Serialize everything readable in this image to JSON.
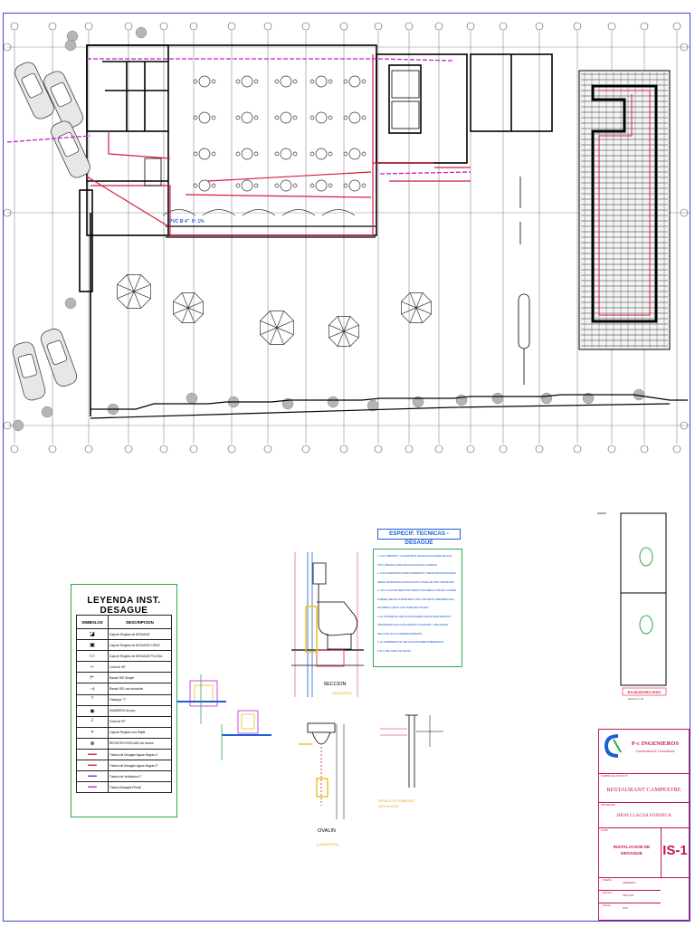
{
  "plan": {
    "pipe_label_1": "PVC Ø 4\"",
    "pipe_label_2": "P: 1%"
  },
  "legend": {
    "title": "LEYENDA INST. DESAGUE",
    "col_symbol": "SIMBOLOS",
    "col_desc": "DESCRIPCION",
    "items": [
      {
        "symbol": "◪",
        "desc": "Caja de Registro de DESAGUE"
      },
      {
        "symbol": "▣",
        "desc": "Caja de Registro de DESAGUE CIEGO"
      },
      {
        "symbol": "▭",
        "desc": "Caja de Registro de DESAGUE PLUVIAL"
      },
      {
        "symbol": "⌐",
        "desc": "Codo de 45°"
      },
      {
        "symbol": "⊢",
        "desc": "Ramal YEE Simple"
      },
      {
        "symbol": "⊣",
        "desc": "Ramal YEE con reducción"
      },
      {
        "symbol": "ᵀ",
        "desc": "Tramique \"T\""
      },
      {
        "symbol": "◉",
        "desc": "SUMIDERO de piso"
      },
      {
        "symbol": "┘",
        "desc": "Codo de 90°"
      },
      {
        "symbol": "▪",
        "desc": "Caja de Registro con Rejilla"
      },
      {
        "symbol": "⊗",
        "desc": "REGISTRO ROSCADO de bronce"
      },
      {
        "symbol": "━",
        "desc": "Tubería de Desagüe Aguas Negras 4\""
      },
      {
        "symbol": "━",
        "desc": "Tubería de Desagüe Aguas Negras 2\""
      },
      {
        "symbol": "━",
        "desc": "Tubería de Ventilacion 2\""
      },
      {
        "symbol": "━",
        "desc": "Tubería Desagüe Pluvial"
      }
    ]
  },
  "specs": {
    "title": "ESPECIF. TECNICAS - DESAGUE",
    "lines": [
      "1. LAS TUBERIAS Y ACCESORIOS DE DESAGUE SERAN DE PVC",
      "   (TIPO PESADO) PARA DESAGUE ESPIGA CAMPANA",
      "2. LOS ACCESORIOS PARA SUMIDEROS Y REGISTROS ROSCADOS",
      "   SERAN DE BRONCE E INSTALADOS A NIVEL DE PISO TERMINADO",
      "3. LAS CAJAS DE REGISTRO SERAN CON MEDIA CAÑA EN LA BASE",
      "   PUEDEN SER DE ALBAÑILERIA O DE CONCRETO PREFABRICADO",
      "   EN AMBOS CASOS CON TARRAJEO PULIDO",
      "4. EL SISTEMA DE VENTILACION DEBE GARANTIZAR PRESION",
      "   ATMOSFERICA EN CADA APARATO SANITARIO Y PROTEGER",
      "   SELLO DE AGUA CORRESPONDIENTE",
      "5. EL SOMBRERO DE VENTILACION DEBE SOBREPASAR",
      "   0.30 m DEL NIVEL DE TECHO"
    ]
  },
  "details": {
    "seccion_title": "SECCION",
    "seccion_sub": "(INODORO)",
    "ovalin_title": "OVALIN",
    "ovalin_sub": "(LAVADERO)",
    "det3_title": "DETALLE DE SOMBRERO",
    "det3_sub": "VENTILACION"
  },
  "right_detail": {
    "label": "EX-INODORO-PISO",
    "sub": "ESCALA 1:50"
  },
  "titleblock": {
    "company": "P-c INGENIEROS",
    "company_sub": "Constructora & Consultores",
    "project_caption": "NOMBRE DEL PROYECTO",
    "project": "RESTAURANT CAMPESTRE",
    "owner_caption": "PROPIETARIO",
    "owner": "JHON LLACSA FONSECA",
    "sheet_caption": "PLANO",
    "sheet_title_1": "INSTALACION DE",
    "sheet_title_2": "DESAGUE",
    "sheet_code": "IS-1",
    "row_a": "DISEÑO",
    "row_a_val": "INGENIERO",
    "row_b": "ESCALA",
    "row_b_val": "INDICADA",
    "row_c": "FECHA",
    "row_c_val": "2018"
  },
  "colors": {
    "frame": "#3b46d6",
    "grid": "#7a7a7a",
    "wall": "#000000",
    "sewer": "#d81b3a",
    "vent": "#c21fd1",
    "green": "#2fa84f",
    "blue": "#1d5fd6",
    "magenta": "#c0135a",
    "yellow": "#e6c21a"
  }
}
